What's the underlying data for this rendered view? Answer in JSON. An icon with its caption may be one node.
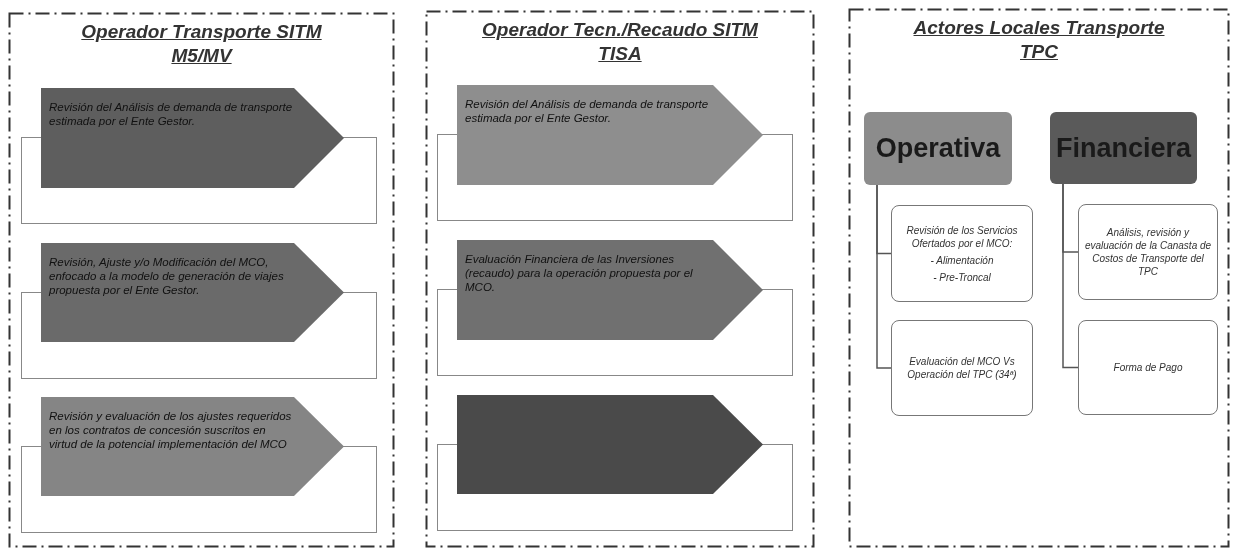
{
  "diagram": {
    "nodes": [
      {
        "text": [
          "Operador Transporte SITM M5/MV"
        ]
      },
      {
        "text": [
          "Revisión del Análisis de demanda de transporte estimada por el Ente Gestor."
        ],
        "in": 0
      },
      {
        "text": [
          "Revisión, Ajuste y/o Modificación del MCO, enfocado a la modelo de generación de viajes propuesta por el Ente Gestor."
        ],
        "in": 0
      },
      {
        "text": [
          "Revisión y evaluación de los ajustes requeridos en los contratos de concesión suscritos en virtud de la potencial implementación del MCO"
        ],
        "in": 0
      },
      {
        "text": [
          "Operador Tecn./Recaudo SITM TISA"
        ]
      },
      {
        "text": [
          "Revisión del Análisis de demanda de transporte estimada por el Ente Gestor."
        ],
        "in": 4
      },
      {
        "text": [
          "Evaluación Financiera de las Inversiones (recaudo) para la operación propuesta por el MCO."
        ],
        "in": 4
      },
      {
        "text": [],
        "shape": "arrow",
        "in": 4
      },
      {
        "text": [
          "Actores Locales Transporte TPC"
        ]
      },
      {
        "text": [
          "Operativa"
        ],
        "in": 8
      },
      {
        "text": [
          "Financiera"
        ],
        "in": 8
      },
      {
        "text": [
          "Revisión de los Servicios Ofertados por el MCO:",
          "- Alimentación",
          "- Pre-Troncal"
        ],
        "in": 8
      },
      {
        "text": [
          "Análisis, revisión y evaluación de la Canasta de Costos de Transporte del TPC"
        ],
        "in": 8
      },
      {
        "text": [
          "Evaluación del MCO Vs Operación del TPC (34ª)"
        ],
        "in": 8
      },
      {
        "text": [
          "Forma de Pago"
        ],
        "in": 8
      }
    ],
    "edges": [
      {
        "from": 9,
        "to": 11,
        "arrow": "none"
      },
      {
        "from": 9,
        "to": 13,
        "arrow": "none"
      },
      {
        "from": 10,
        "to": 12,
        "arrow": "none"
      },
      {
        "from": 10,
        "to": 14,
        "arrow": "none"
      }
    ]
  }
}
